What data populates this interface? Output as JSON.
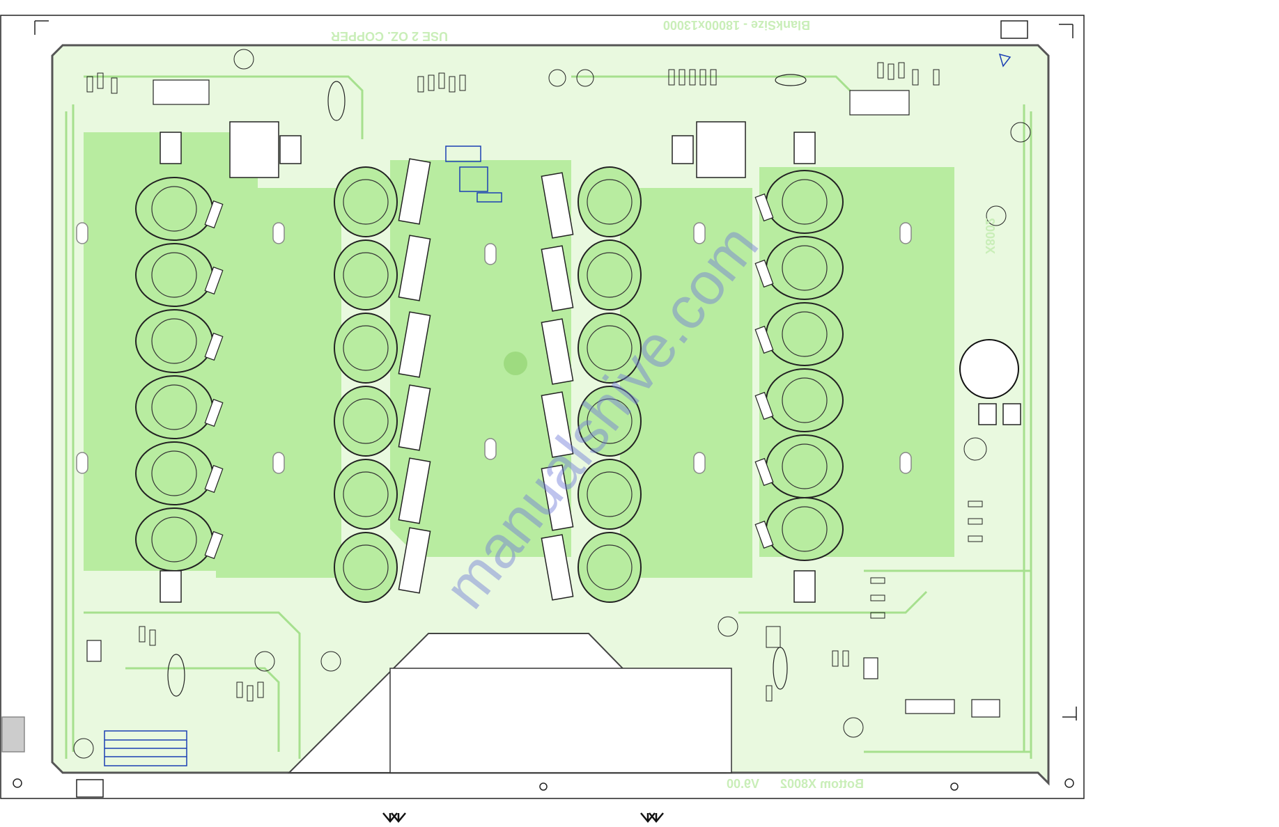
{
  "board": {
    "copper_note": "USE 2 OZ. COPPER",
    "blank_size": "BlankSize - 18000x13000",
    "layer_label": "Bottom X8002",
    "version": "V9.00",
    "side_label": "X8002",
    "watermark": "manualshive.com"
  },
  "colors": {
    "copper": "#b8eca0",
    "trace": "#a6e08e",
    "outline": "#1a1a1a",
    "silk_text": "#c9eeb8",
    "marker": "#1a3fb4",
    "watermark": "#6f7bd6"
  },
  "icons": {
    "down_arrow": "double-chevron-down-icon"
  }
}
